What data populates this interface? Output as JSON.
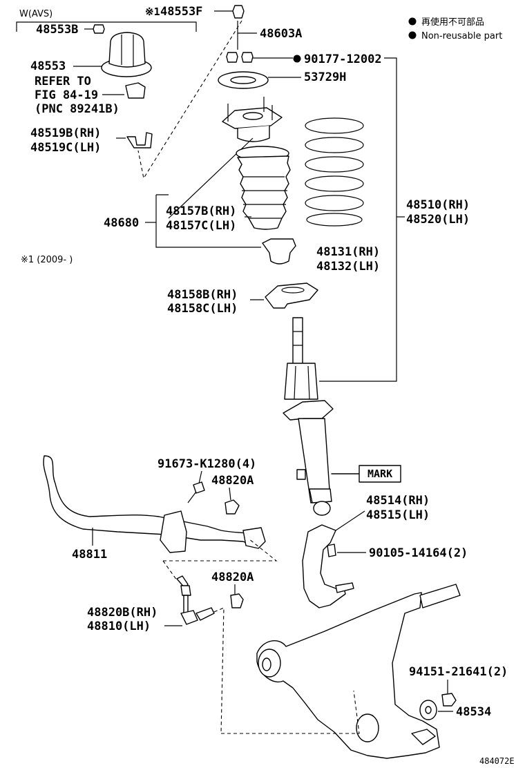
{
  "header": {
    "variant_label": "W(AVS)",
    "note_symbol": "※1",
    "note_range": "※1 (2009-      )"
  },
  "legend": {
    "jp_text": "再使用不可部品",
    "en_text": "Non-reusable part"
  },
  "labels": {
    "p48553F": "48553F",
    "p48553B": "48553B",
    "p48603A": "48603A",
    "p90177": "90177-12002",
    "p48553": "48553",
    "refer_line1": "REFER TO",
    "refer_line2": "FIG 84-19",
    "refer_line3": "(PNC 89241B)",
    "p53729H": "53729H",
    "p48519B": "48519B(RH)",
    "p48519C": "48519C(LH)",
    "p48510": "48510(RH)",
    "p48520": "48520(LH)",
    "p48157B": "48157B(RH)",
    "p48157C": "48157C(LH)",
    "p48680": "48680",
    "p48131": "48131(RH)",
    "p48132": "48132(LH)",
    "p48158B": "48158B(RH)",
    "p48158C": "48158C(LH)",
    "p91673": "91673-K1280(4)",
    "p48820A_top": "48820A",
    "mark": "MARK",
    "p48514": "48514(RH)",
    "p48515": "48515(LH)",
    "p48811": "48811",
    "p90105": "90105-14164(2)",
    "p48820A_bot": "48820A",
    "p48820B": "48820B(RH)",
    "p48810": "48810(LH)",
    "p94151": "94151-21641(2)",
    "p48534": "48534"
  },
  "footer": {
    "figure_id": "484072E"
  }
}
